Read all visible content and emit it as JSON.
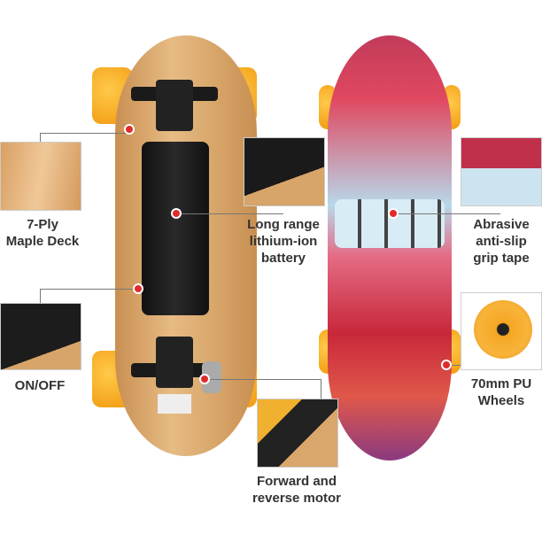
{
  "labels": {
    "deck": [
      "7-Ply",
      "Maple Deck"
    ],
    "battery": [
      "Long range",
      "lithium-ion",
      "battery"
    ],
    "grip": [
      "Abrasive",
      "anti-slip",
      "grip tape"
    ],
    "switch": "ON/OFF",
    "wheels": [
      "70mm PU",
      "Wheels"
    ],
    "motor": [
      "Forward and",
      "reverse motor"
    ]
  },
  "colors": {
    "wood": "#dcaa6e",
    "wheel": "#f5a623",
    "grip": "#d8344a"
  }
}
